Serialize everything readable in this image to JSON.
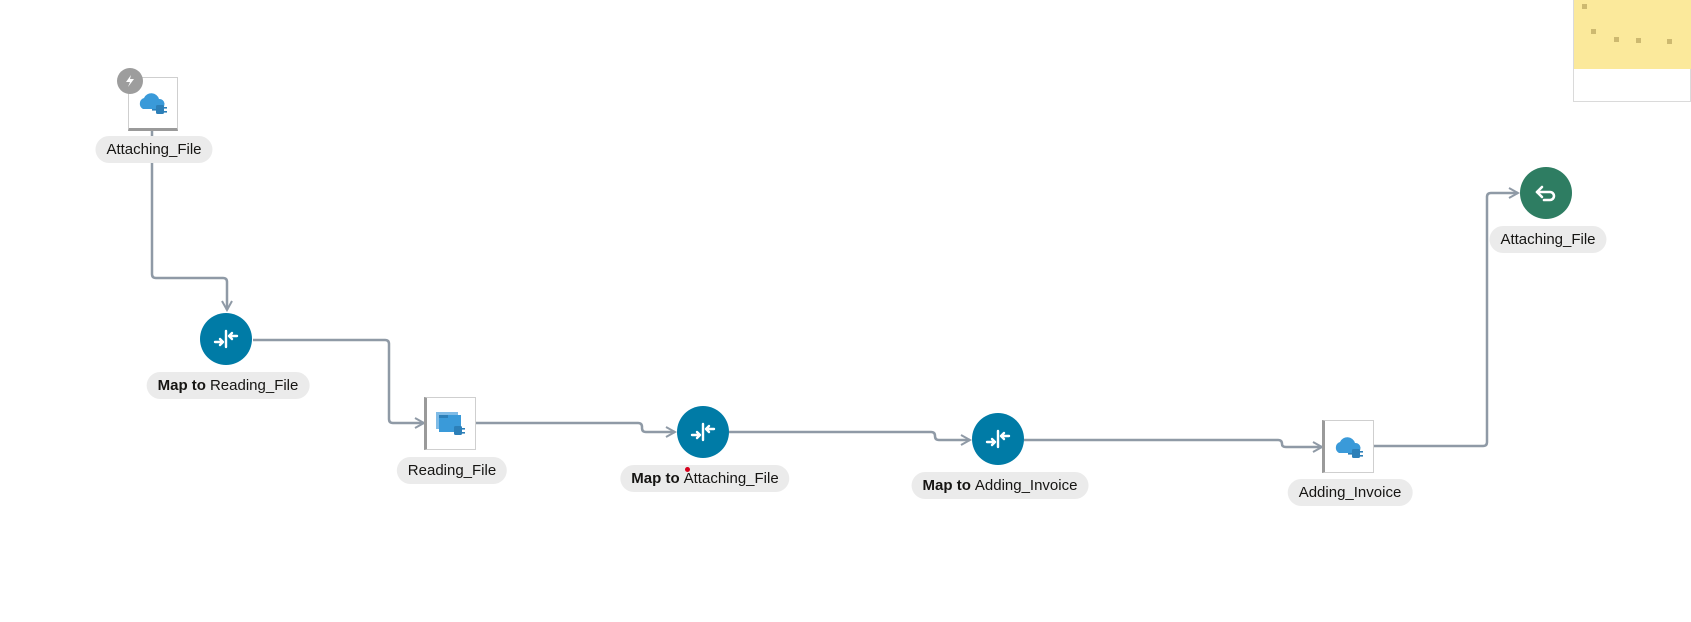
{
  "canvas": {
    "connector_color": "#8f9aa6",
    "map_color": "#007ba6",
    "return_color": "#2e7d62",
    "trigger_badge_color": "#9d9d9d"
  },
  "nodes": {
    "trigger": {
      "label": "Attaching_File",
      "icon": "cloud-adapter-icon",
      "badge_icon": "lightning-bolt-icon"
    },
    "map_reading": {
      "prefix": "Map to",
      "target": "Reading_File",
      "icon": "map-arrows-icon"
    },
    "reading_file": {
      "label": "Reading_File",
      "icon": "file-adapter-icon"
    },
    "map_attaching": {
      "prefix": "Map to",
      "target": "Attaching_File",
      "icon": "map-arrows-icon"
    },
    "map_invoice": {
      "prefix": "Map to",
      "target": "Adding_Invoice",
      "icon": "map-arrows-icon"
    },
    "adding_invoice": {
      "label": "Adding_Invoice",
      "icon": "cloud-adapter-icon"
    },
    "return": {
      "label": "Attaching_File",
      "icon": "return-arrow-icon"
    }
  }
}
